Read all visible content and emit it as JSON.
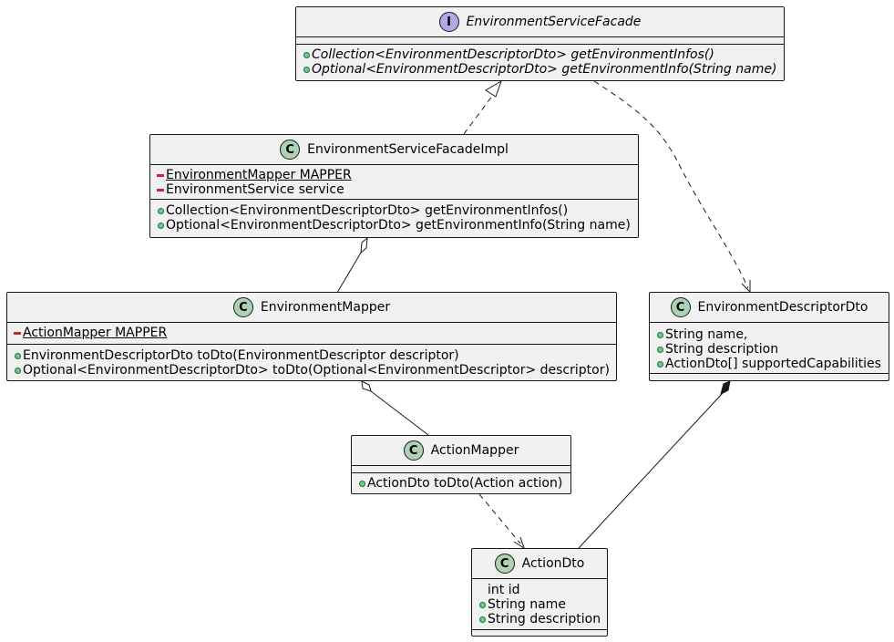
{
  "classes": {
    "facade": {
      "stereotype": "I",
      "name": "EnvironmentServiceFacade",
      "methods": [
        "Collection<EnvironmentDescriptorDto> getEnvironmentInfos()",
        "Optional<EnvironmentDescriptorDto> getEnvironmentInfo(String name)"
      ]
    },
    "facade_impl": {
      "stereotype": "C",
      "name": "EnvironmentServiceFacadeImpl",
      "fields": [
        "EnvironmentMapper MAPPER",
        "EnvironmentService service"
      ],
      "methods": [
        "Collection<EnvironmentDescriptorDto> getEnvironmentInfos()",
        "Optional<EnvironmentDescriptorDto> getEnvironmentInfo(String name)"
      ]
    },
    "env_mapper": {
      "stereotype": "C",
      "name": "EnvironmentMapper",
      "fields": [
        "ActionMapper MAPPER"
      ],
      "methods": [
        "EnvironmentDescriptorDto toDto(EnvironmentDescriptor descriptor)",
        "Optional<EnvironmentDescriptorDto> toDto(Optional<EnvironmentDescriptor> descriptor)"
      ]
    },
    "env_descriptor_dto": {
      "stereotype": "C",
      "name": "EnvironmentDescriptorDto",
      "fields": [
        "String name,",
        "String description",
        "ActionDto[] supportedCapabilities"
      ]
    },
    "action_mapper": {
      "stereotype": "C",
      "name": "ActionMapper",
      "methods": [
        "ActionDto toDto(Action action)"
      ]
    },
    "action_dto": {
      "stereotype": "C",
      "name": "ActionDto",
      "fields": [
        "int id",
        "String name",
        "String description"
      ]
    }
  },
  "colors": {
    "class_fill": "#f1f1f1",
    "class_border": "#181818",
    "class_badge": "#add1b2",
    "interface_badge": "#b4a7e5",
    "public_marker": "#84be84",
    "private_marker": "#c82930"
  }
}
